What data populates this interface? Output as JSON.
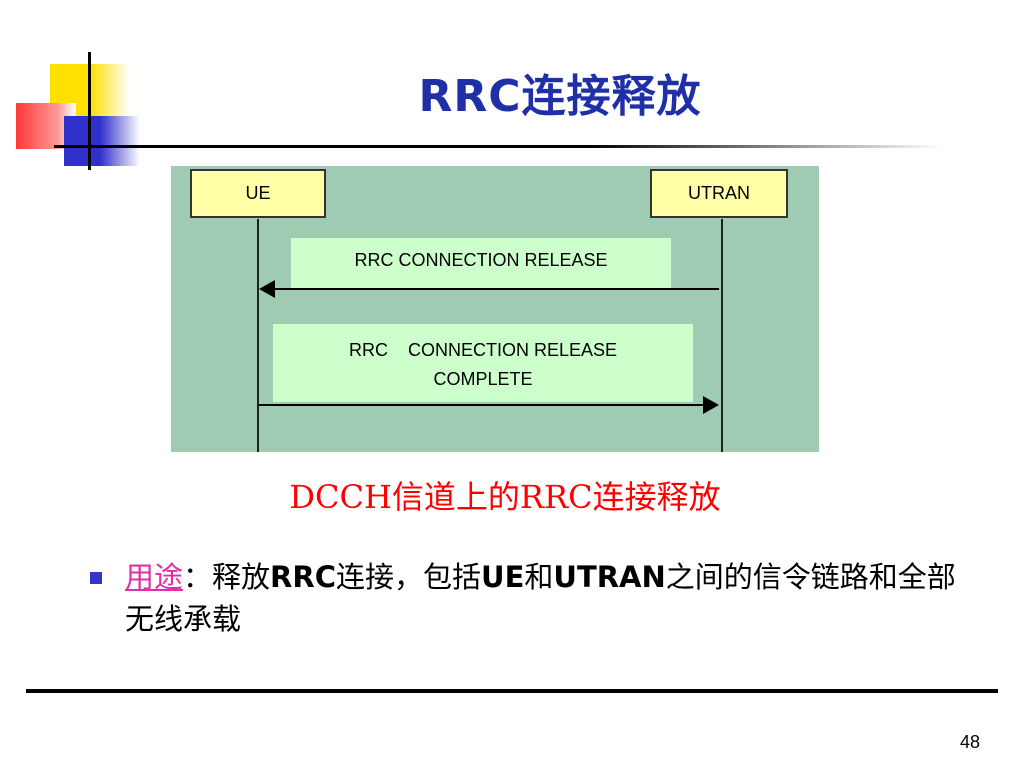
{
  "slide": {
    "title": "RRC连接释放",
    "page_number": "48"
  },
  "diagram": {
    "entities": {
      "ue": "UE",
      "utran": "UTRAN"
    },
    "messages": [
      {
        "label": "RRC CONNECTION RELEASE",
        "direction": "UTRAN→UE"
      },
      {
        "label_line1": "RRC    CONNECTION RELEASE",
        "label_line2": "COMPLETE",
        "direction": "UE→UTRAN"
      }
    ],
    "caption": "DCCH信道上的RRC连接释放"
  },
  "bullet": {
    "keyword": "用途",
    "colon": "：",
    "t1": "释放",
    "b1": "RRC",
    "t2": "连接，包括",
    "b2": "UE",
    "t3": "和",
    "b3": "UTRAN",
    "t4": "之间的信令链路和全部无线承载"
  },
  "colors": {
    "title": "#1f2fa8",
    "diagram_bg": "#9ecbb1",
    "entity_fill": "#ffffa8",
    "message_fill": "#ccffcc",
    "caption": "#ff0000",
    "keyword": "#e030a8",
    "bullet": "#3535c8"
  }
}
